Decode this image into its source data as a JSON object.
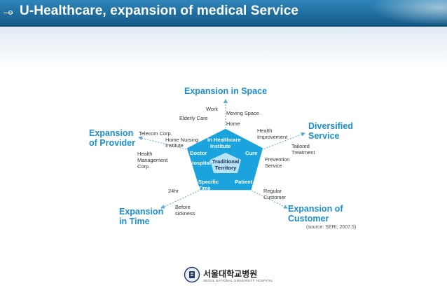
{
  "header": {
    "title": "U-Healthcare, expansion of medical Service"
  },
  "diagram": {
    "headings": {
      "space": "Expansion in Space",
      "provider_l1": "Expansion",
      "provider_l2": "of Provider",
      "time_l1": "Expansion",
      "time_l2": "in Time",
      "diversified_l1": "Diversified",
      "diversified_l2": "Service",
      "customer_l1": "Expansion of",
      "customer_l2": "Customer"
    },
    "outer_labels": {
      "work": "Work",
      "elderly_care": "Elderly Care",
      "moving_space": "Moving Space",
      "home": "Home",
      "telecom_corp": "Telecom Corp.",
      "home_nursing_l1": "Home Nursing",
      "home_nursing_l2": "Institute",
      "health_mgmt_l1": "Health",
      "health_mgmt_l2": "Management",
      "health_mgmt_l3": "Corp.",
      "health_improvement_l1": "Health",
      "health_improvement_l2": "Improvement",
      "tailored_l1": "Tailored",
      "tailored_l2": "Treatment",
      "prevention_l1": "Prevention",
      "prevention_l2": "Service",
      "h24": "24hr",
      "before_sickness_l1": "Before",
      "before_sickness_l2": "sickness",
      "regular_customer_l1": "Regular",
      "regular_customer_l2": "Customer"
    },
    "inner_labels": {
      "in_healthcare_l1": "In Healthcare",
      "in_healthcare_l2": "Institute",
      "doctor": "Doctor",
      "cure": "Cure",
      "hospital": "Hospital",
      "traditional_l1": "Traditional",
      "traditional_l2": "Territory",
      "specific_time_l1": "Specific",
      "specific_time_l2": "Time",
      "patient": "Patient"
    },
    "source": "(source: SERI, 2007.5)",
    "colors": {
      "accent": "#1a8fce",
      "pentagon": "#1aa3dc",
      "center": "#bfe6f7"
    }
  },
  "footer": {
    "logo_icon": "snu-hospital-emblem",
    "org_name": "서울대학교병원",
    "org_sub": "SEOUL NATIONAL UNIVERSITY HOSPITAL"
  }
}
